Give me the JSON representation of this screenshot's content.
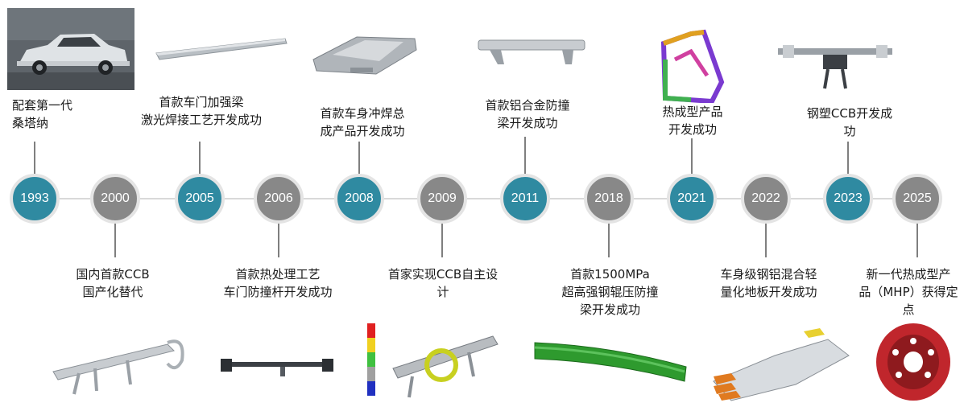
{
  "years": [
    "1993",
    "2000",
    "2005",
    "2006",
    "2008",
    "2009",
    "2011",
    "2018",
    "2021",
    "2022",
    "2023",
    "2025"
  ],
  "milestones": {
    "m1993": [
      "配套第一代",
      "桑塔纳"
    ],
    "m2000": [
      "国内首款CCB",
      "国产化替代"
    ],
    "m2005": [
      "首款车门加强梁",
      "激光焊接工艺开发成功"
    ],
    "m2006": [
      "首款热处理工艺",
      "车门防撞杆开发成功"
    ],
    "m2008": [
      "首款车身冲焊总",
      "成产品开发成功"
    ],
    "m2009": [
      "首家实现CCB自主设",
      "计"
    ],
    "m2011": [
      "首款铝合金防撞",
      "梁开发成功"
    ],
    "m2018": [
      "首款1500MPa",
      "超高强钢辊压防撞",
      "梁开发成功"
    ],
    "m2021": [
      "热成型产品",
      "开发成功"
    ],
    "m2022": [
      "车身级钢铝混合轻",
      "量化地板开发成功"
    ],
    "m2023": [
      "钢塑CCB开发成",
      "功"
    ],
    "m2025": [
      "新一代热成型产",
      "品（MHP）获得定",
      "点"
    ]
  },
  "colors": {
    "teal": "#2f8aa1",
    "gray": "#888888"
  }
}
